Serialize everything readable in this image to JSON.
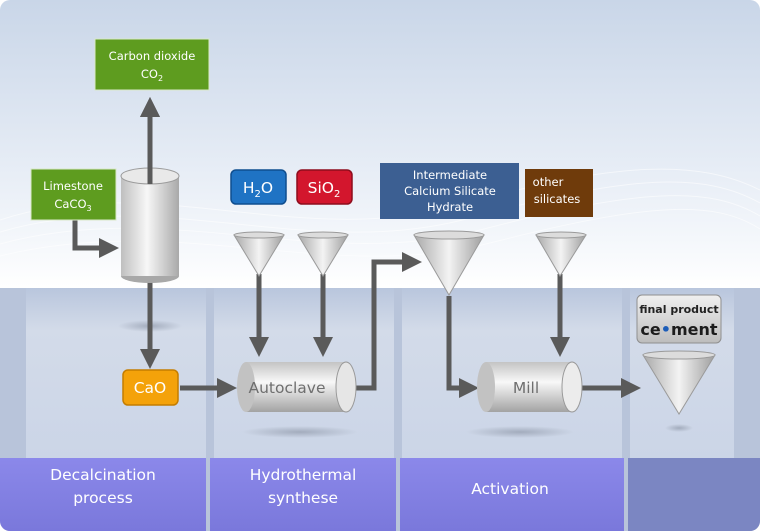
{
  "nodes": {
    "carbon_dioxide": {
      "line1": "Carbon dioxide",
      "formula_base": "CO",
      "formula_sub": "2"
    },
    "limestone": {
      "line1": "Limestone",
      "formula_base": "CaCO",
      "formula_sub": "3"
    },
    "water": {
      "formula_pre": "H",
      "formula_sub": "2",
      "formula_post": "O"
    },
    "silica": {
      "formula_base": "SiO",
      "formula_sub": "2"
    },
    "intermediate": {
      "line1": "Intermediate",
      "line2": "Calcium Silicate",
      "line3": "Hydrate"
    },
    "other_silicates": {
      "line1": "other",
      "line2": "silicates"
    },
    "cao": {
      "label": "CaO"
    },
    "autoclave": {
      "label": "Autoclave"
    },
    "mill": {
      "label": "Mill"
    },
    "final_product": {
      "line1": "final product",
      "brand_pre": "ce",
      "brand_post": "ment"
    }
  },
  "stages": [
    {
      "line1": "Decalcination",
      "line2": "process"
    },
    {
      "line1": "Hydrothermal",
      "line2": "synthese"
    },
    {
      "line1": "Activation"
    }
  ],
  "colors": {
    "green": "#5e9c1f",
    "blue_h2o": "#1f73c4",
    "red_sio2": "#d3162d",
    "slate_blue": "#3c5f92",
    "brown": "#6f3b0b",
    "orange": "#f4a20a",
    "arrow": "#5a5a5a",
    "stage_band": "#7f7fe0",
    "panel": "#c9d4e6"
  }
}
